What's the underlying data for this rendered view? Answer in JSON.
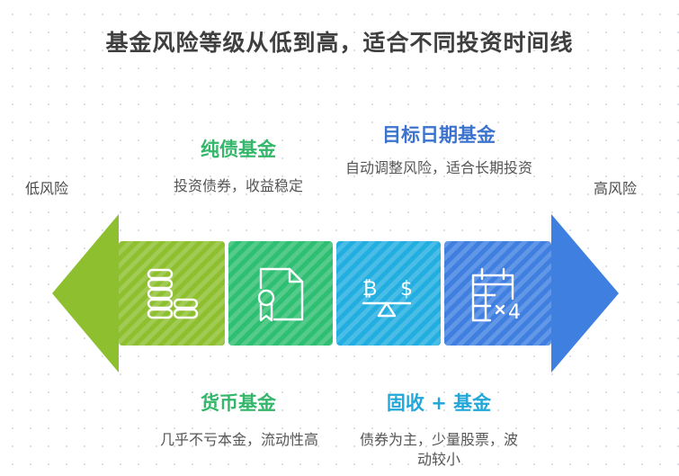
{
  "title": "基金风险等级从低到高，适合不同投资时间线",
  "axis": {
    "low_label": "低风险",
    "high_label": "高风险"
  },
  "funds": [
    {
      "name": "货币基金",
      "desc": "几乎不亏本金，流动性高",
      "icon": "coins-icon",
      "color": "#8dbf2f"
    },
    {
      "name": "纯债基金",
      "desc": "投资债券，收益稳定",
      "icon": "certificate-icon",
      "color": "#2fbf72"
    },
    {
      "name": "固收 + 基金",
      "desc": "债券为主，少量股票，波动较小",
      "icon": "balance-scale-icon",
      "color": "#22aee0"
    },
    {
      "name": "目标日期基金",
      "desc": "自动调整风险，适合长期投资",
      "icon": "calendar-x4-icon",
      "color": "#3f7fe0"
    }
  ]
}
